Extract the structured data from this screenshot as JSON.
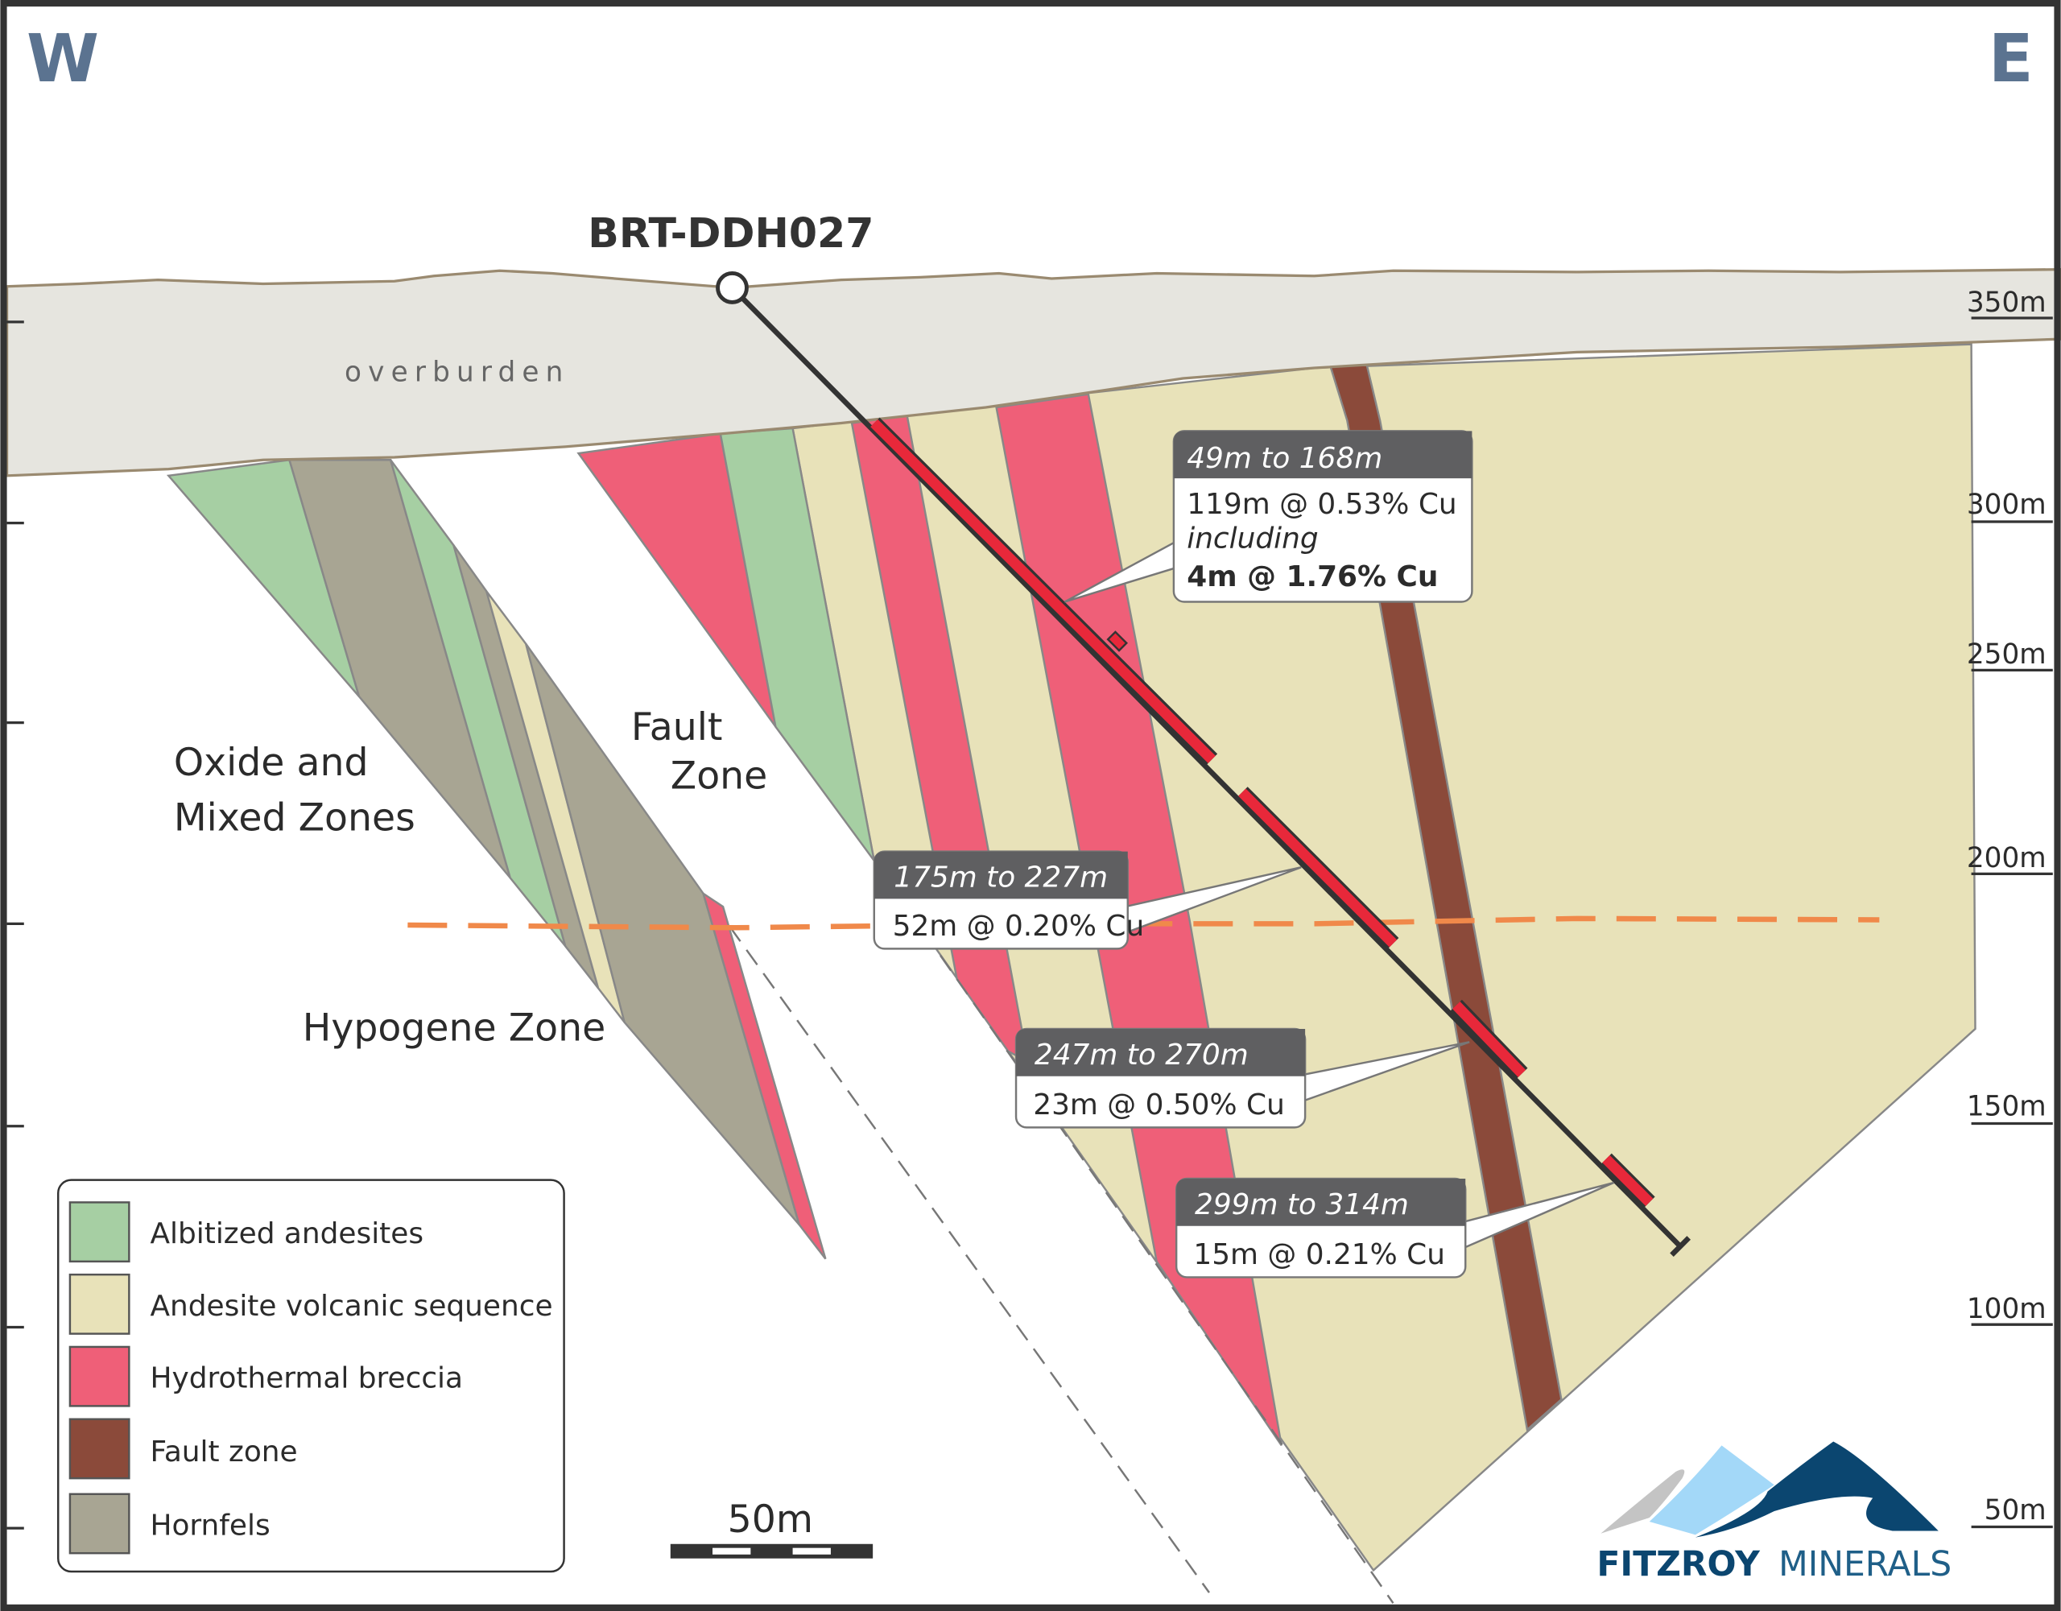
{
  "compass": {
    "west": "W",
    "east": "E"
  },
  "drillhole": {
    "name": "BRT-DDH027"
  },
  "labels": {
    "overburden": "overburden",
    "oxide_line1": "Oxide and",
    "oxide_line2": "Mixed Zones",
    "fault_line1": "Fault",
    "fault_line2": "Zone",
    "hypogene": "Hypogene Zone"
  },
  "elevation_labels": [
    "350m",
    "300m",
    "250m",
    "200m",
    "150m",
    "100m",
    "50m"
  ],
  "intercepts": [
    {
      "interval": "49m to 168m",
      "result": "119m @ 0.53% Cu",
      "including_label": "including",
      "including": "4m @ 1.76% Cu"
    },
    {
      "interval": "175m to 227m",
      "result": "52m @ 0.20% Cu"
    },
    {
      "interval": "247m to 270m",
      "result": "23m @ 0.50% Cu"
    },
    {
      "interval": "299m to 314m",
      "result": "15m @ 0.21% Cu"
    }
  ],
  "legend": [
    {
      "label": "Albitized andesites",
      "color": "#a6cfa3"
    },
    {
      "label": "Andesite volcanic sequence",
      "color": "#e8e2b9"
    },
    {
      "label": "Hydrothermal breccia",
      "color": "#ef5f78"
    },
    {
      "label": "Fault zone",
      "color": "#8b4a3a"
    },
    {
      "label": "Hornfels",
      "color": "#a8a593"
    }
  ],
  "scale_bar": {
    "label": "50m"
  },
  "logo": {
    "name_bold": "FITZROY",
    "name_light": "MINERALS"
  }
}
